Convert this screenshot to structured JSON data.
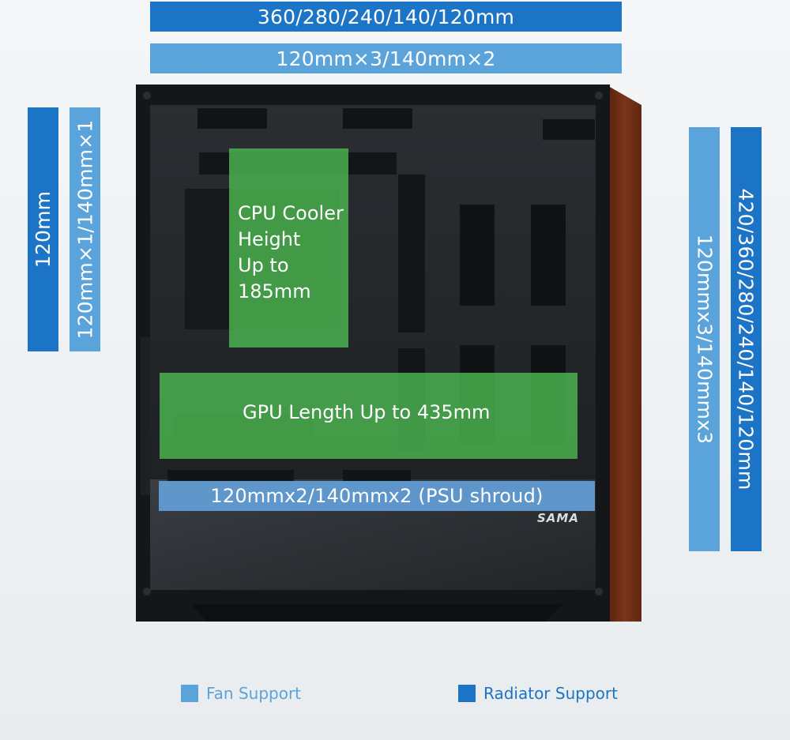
{
  "top": {
    "radiator_label": "360/280/240/140/120mm",
    "fan_label": "120mm×3/140mm×2"
  },
  "rear": {
    "radiator_label": "120mm",
    "fan_label": "120mm×1/140mm×1"
  },
  "front": {
    "fan_label": "120mmx3/140mmx3",
    "radiator_label": "420/360/280/240/140/120mm"
  },
  "cpu_cooler": {
    "lines": [
      "CPU Cooler",
      "Height",
      "Up to",
      "185mm"
    ]
  },
  "gpu": {
    "label": "GPU Length Up to 435mm"
  },
  "psu_shroud": {
    "label": "120mmx2/140mmx2 (PSU shroud)"
  },
  "brand": "SAMA",
  "legend": {
    "fan_label": "Fan Support",
    "radiator_label": "Radiator Support"
  },
  "colors": {
    "radiator_support": "#1c74c6",
    "fan_support": "#5ba3db",
    "clearance_zone": "#4cb650",
    "wood_panel": "#6f2f17"
  }
}
